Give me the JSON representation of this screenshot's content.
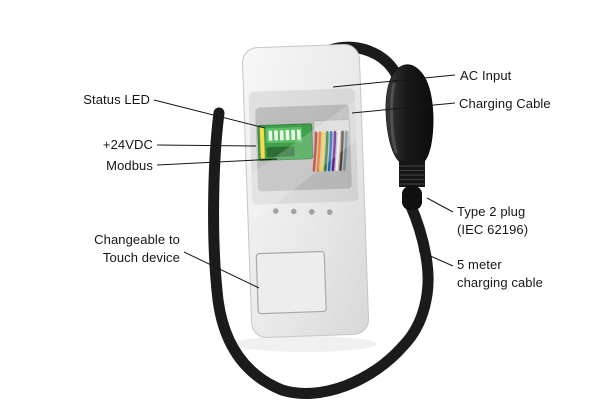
{
  "labels": {
    "status_led": "Status LED",
    "plus_24vdc": "+24VDC",
    "modbus": "Modbus",
    "touch_device": "Changeable to\nTouch device",
    "ac_input": "AC Input",
    "charging_cable": "Charging Cable",
    "type2_plug": "Type 2 plug\n(IEC 62196)",
    "cable_5m": "5 meter\ncharging cable"
  },
  "colors": {
    "background": "#ffffff",
    "text": "#161616",
    "leader_line": "#161616",
    "cable_black": "#1b1b1b",
    "device_body_gray": "#e8e8e8",
    "pcb_green": "#3ea04a",
    "terminal_green": "#5bbf63",
    "status_led_yellow": "#ffd94d",
    "wire_colors": [
      "#c62828",
      "#ef6c00",
      "#f9d13b",
      "#2e7d32",
      "#1565c0",
      "#6a1b9a",
      "#eeeeee",
      "#5d4037",
      "#78909c"
    ]
  }
}
